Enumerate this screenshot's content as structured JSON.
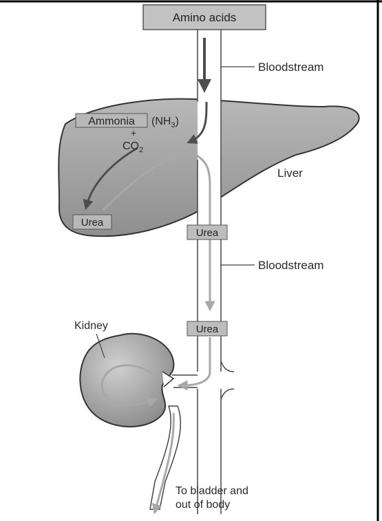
{
  "labels": {
    "amino_acids": "Amino acids",
    "bloodstream_top": "Bloodstream",
    "ammonia": "Ammonia",
    "nh3_prefix": "(NH",
    "nh3_sub": "3",
    "nh3_suffix": ")",
    "plus": "+",
    "co2_prefix": "CO",
    "co2_sub": "2",
    "urea_liver": "Urea",
    "liver": "Liver",
    "urea_middle": "Urea",
    "bloodstream_bottom": "Bloodstream",
    "kidney": "Kidney",
    "urea_lower": "Urea",
    "bladder_line1": "To bladder and",
    "bladder_line2": "out of body"
  },
  "colors": {
    "organ_fill": "#a9a9a9",
    "organ_stroke": "#333333",
    "box_fill": "#bdbdbd",
    "dark_arrow": "#555555",
    "light_arrow": "#b0b0b0"
  }
}
